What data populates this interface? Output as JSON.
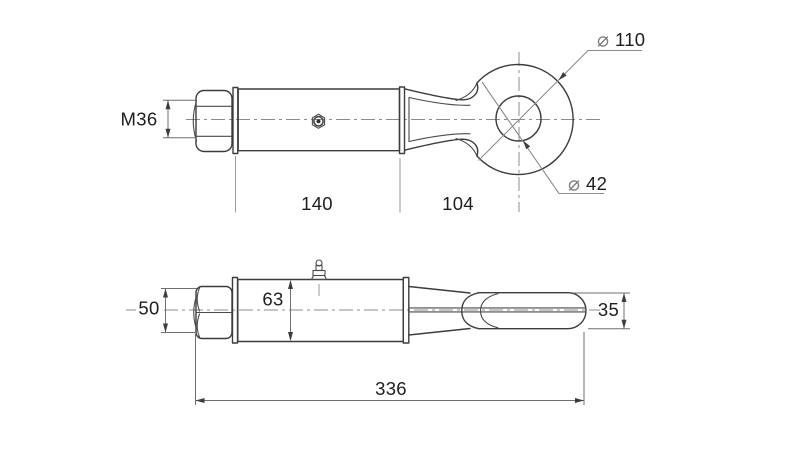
{
  "drawing": {
    "title": "towing-eye-technical-drawing",
    "views": {
      "top": {
        "thread_label": "M36",
        "body_length": "140",
        "eye_offset": "104",
        "outer_diameter": {
          "symbol": "⌀",
          "value": "110"
        },
        "inner_diameter": {
          "symbol": "⌀",
          "value": "42"
        }
      },
      "side": {
        "nut_height": "50",
        "body_diameter": "63",
        "eye_thickness": "35",
        "overall_length": "336"
      }
    },
    "colors": {
      "outline": "#3d3d3d",
      "dimension": "#6f6f6f",
      "extension": "#9a9a9a",
      "centerline": "#8c8c8c",
      "text": "#1e1e1e",
      "diameter_symbol": "#7e7e7e",
      "background": "#ffffff"
    }
  }
}
